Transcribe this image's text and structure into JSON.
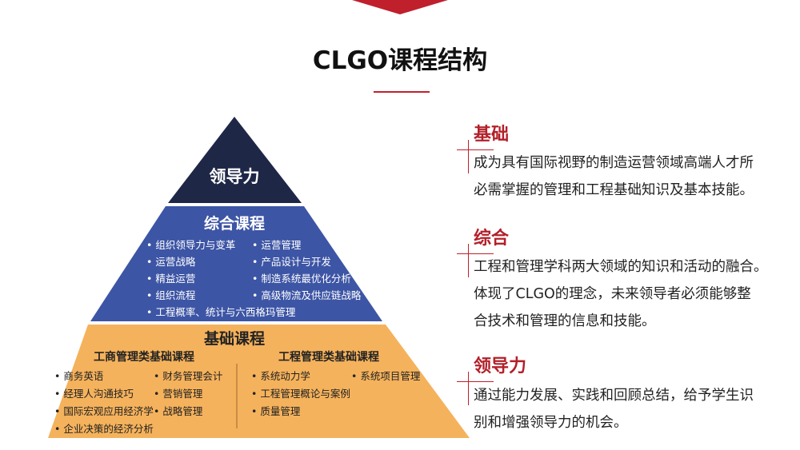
{
  "title": "CLGO课程结构",
  "colors": {
    "accent": "#c0202c",
    "navy": "#1f2747",
    "blue": "#3d55a5",
    "orange": "#f5b25c"
  },
  "pyramid": {
    "top": {
      "title": "领导力"
    },
    "middle": {
      "title": "综合课程",
      "left_items": [
        "组织领导力与变革",
        "运营战略",
        "精益运营",
        "组织流程",
        "工程概率、统计与六西格玛管理"
      ],
      "right_items": [
        "运营管理",
        "产品设计与开发",
        "制造系统最优化分析",
        "高级物流及供应链战略"
      ]
    },
    "bottom": {
      "title": "基础课程",
      "business": {
        "title": "工商管理类基础课程",
        "col1": [
          "商务英语",
          "经理人沟通技巧",
          "国际宏观应用经济学",
          "企业决策的经济分析"
        ],
        "col2": [
          "财务管理会计",
          "营销管理",
          "战略管理"
        ]
      },
      "engineering": {
        "title": "工程管理类基础课程",
        "col1": [
          "系统动力学",
          "工程管理概论与案例",
          "质量管理"
        ],
        "col2": [
          "系统项目管理"
        ]
      }
    }
  },
  "sections": [
    {
      "heading": "基础",
      "lines": [
        "成为具有国际视野的制造运营领域高端人才所",
        "必需掌握的管理和工程基础知识及基本技能。"
      ]
    },
    {
      "heading": "综合",
      "lines": [
        "工程和管理学科两大领域的知识和活动的融合。",
        "体现了CLGO的理念，未来领导者必须能够整",
        "合技术和管理的信息和技能。"
      ]
    },
    {
      "heading": "领导力",
      "lines": [
        "通过能力发展、实践和回顾总结，给予学生识",
        "别和增强领导力的机会。"
      ]
    }
  ]
}
